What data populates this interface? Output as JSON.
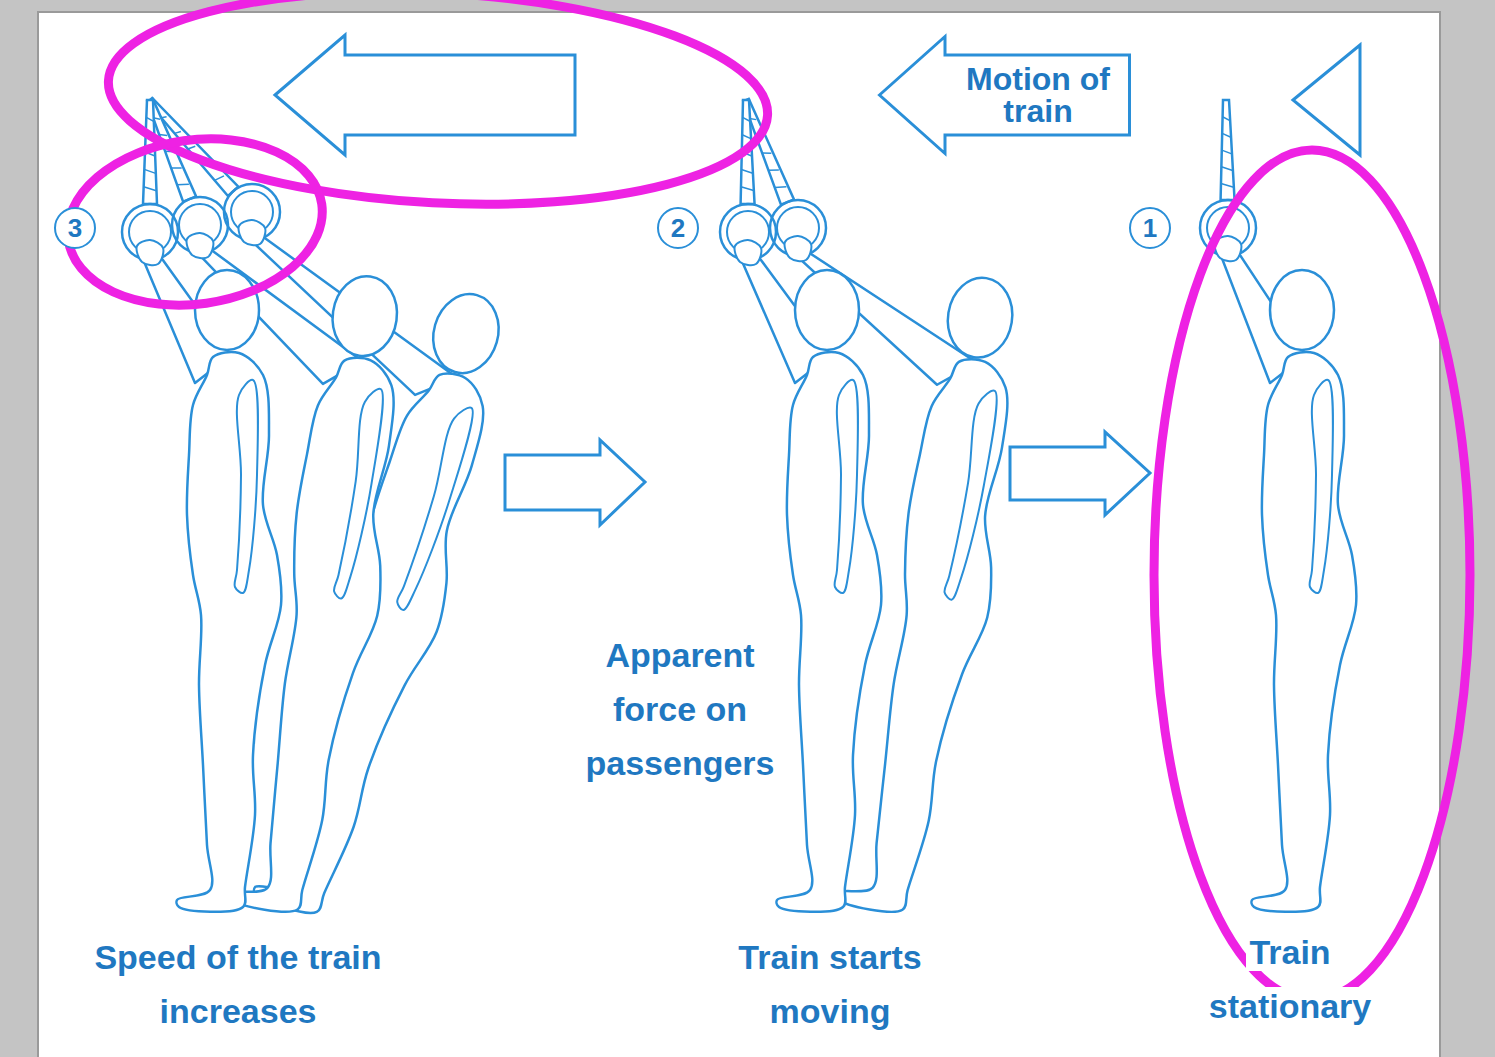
{
  "diagram": {
    "nodes": [
      {
        "text": [
          "Motion of train"
        ]
      },
      {
        "text": [
          "3"
        ]
      },
      {
        "text": [
          "2"
        ]
      },
      {
        "text": [
          "1"
        ]
      }
    ],
    "labels": [
      "Apparent force on passengers",
      "Speed of the train increases",
      "Train starts moving",
      "Train stationary"
    ]
  }
}
